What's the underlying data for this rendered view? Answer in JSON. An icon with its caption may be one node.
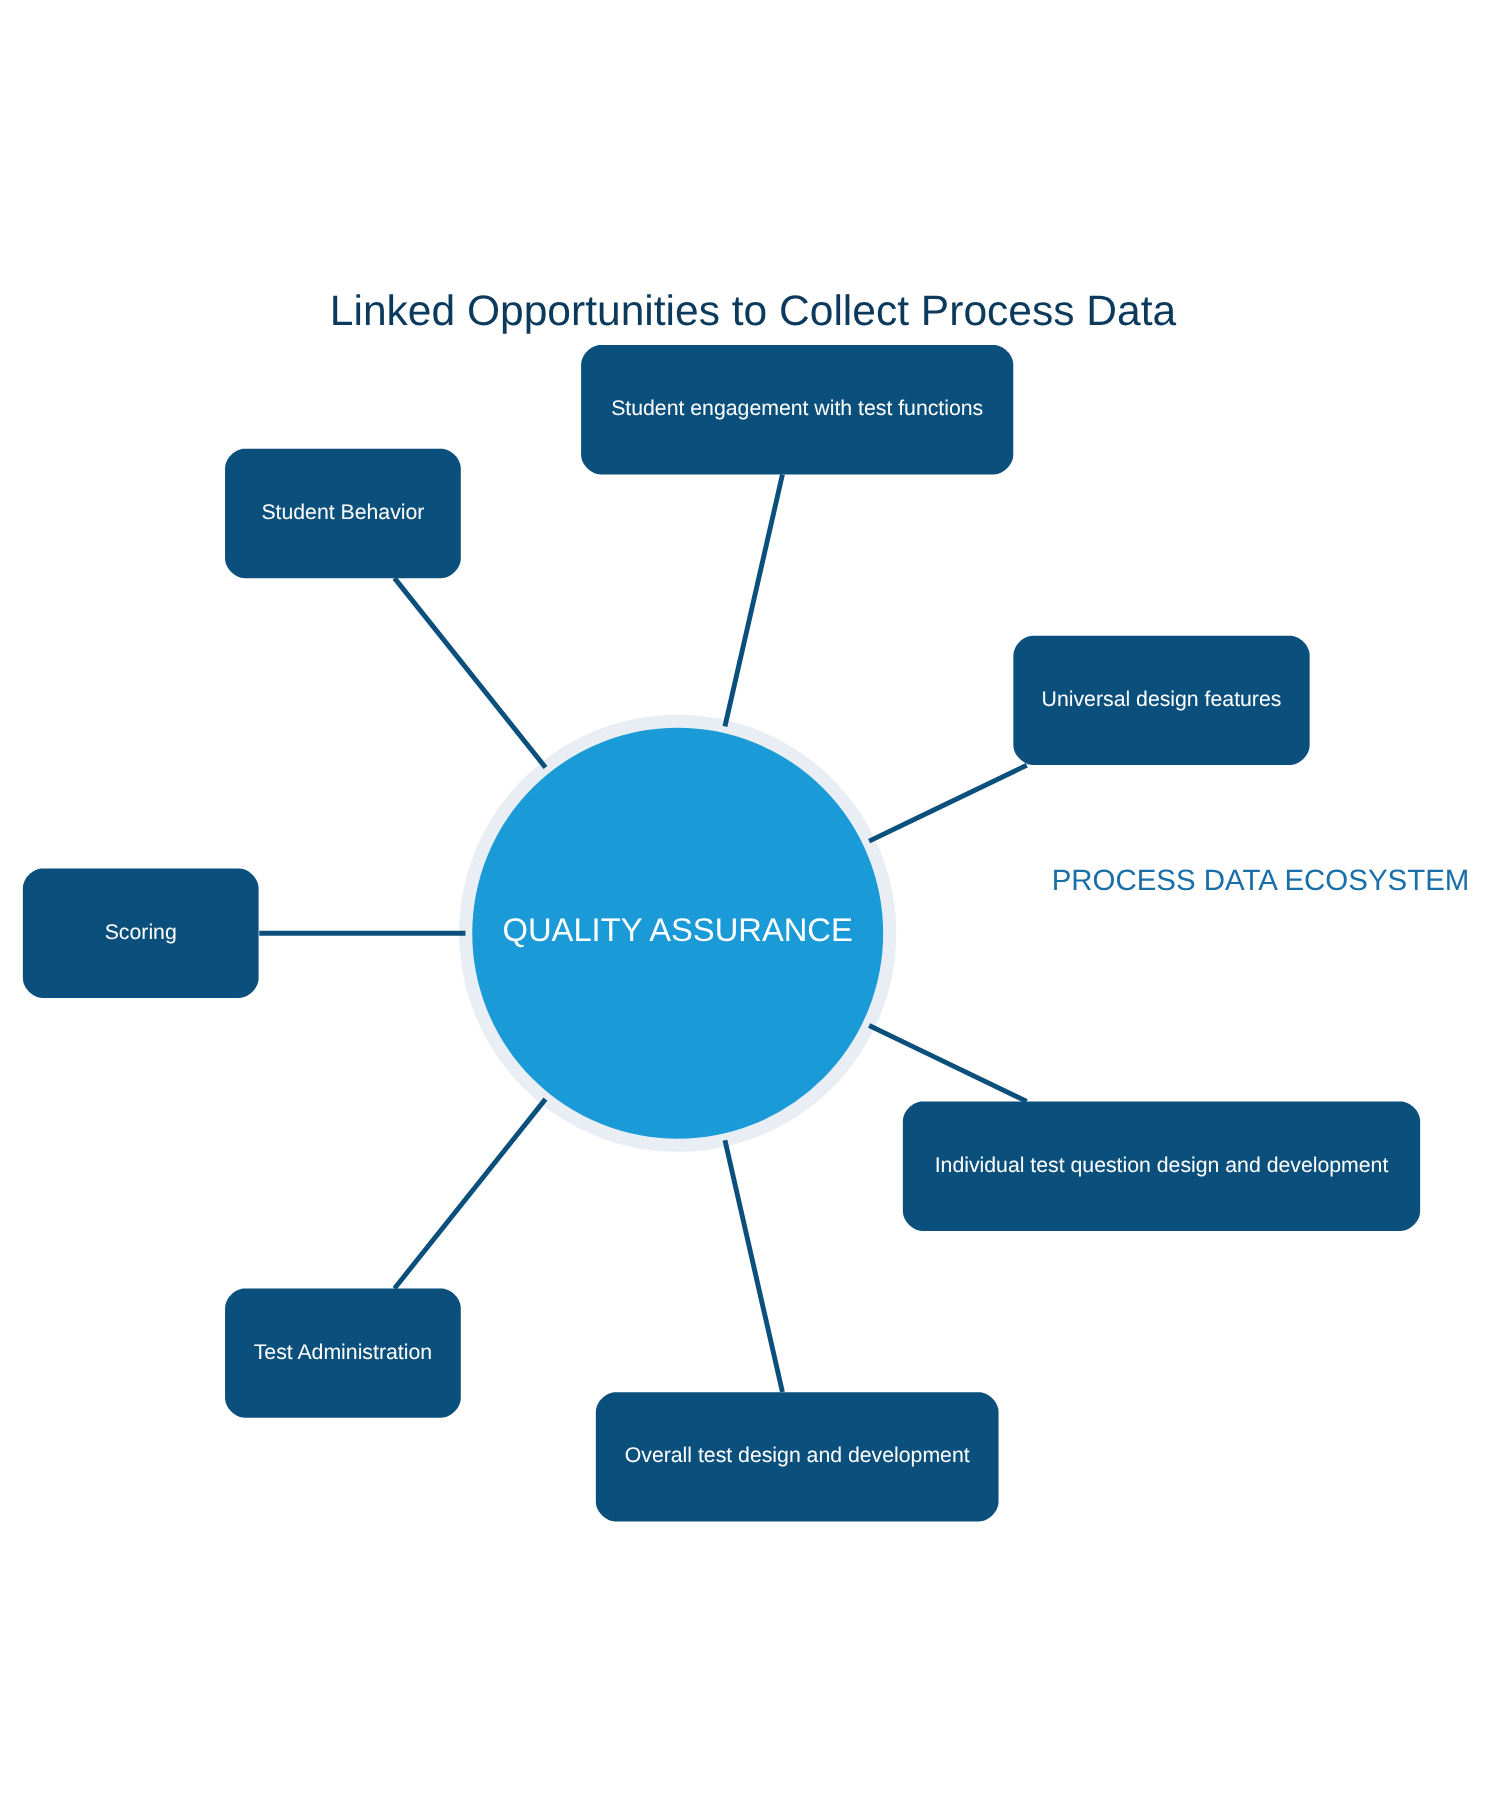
{
  "diagram": {
    "title": "Linked Opportunities to Collect Process Data",
    "nodes": [
      {
        "text": [
          "QUALITY ASSURANCE"
        ]
      },
      {
        "text": [
          "Universal design features"
        ]
      },
      {
        "text": [
          "Student engagement with test functions"
        ]
      },
      {
        "text": [
          "Student Behavior"
        ]
      },
      {
        "text": [
          "Scoring"
        ]
      },
      {
        "text": [
          "Test Administration"
        ]
      },
      {
        "text": [
          "Overall test design and development"
        ]
      },
      {
        "text": [
          "Individual test question design and development"
        ]
      }
    ],
    "edges": [
      {
        "from": 1,
        "to": 0,
        "arrow": "none"
      },
      {
        "from": 2,
        "to": 0,
        "arrow": "none"
      },
      {
        "from": 3,
        "to": 0,
        "arrow": "none"
      },
      {
        "from": 4,
        "to": 0,
        "arrow": "none"
      },
      {
        "from": 5,
        "to": 0,
        "arrow": "none"
      },
      {
        "from": 6,
        "to": 0,
        "arrow": "none"
      },
      {
        "from": 7,
        "to": 0,
        "arrow": "none"
      }
    ],
    "labels": [
      "PROCESS DATA ECOSYSTEM"
    ]
  }
}
